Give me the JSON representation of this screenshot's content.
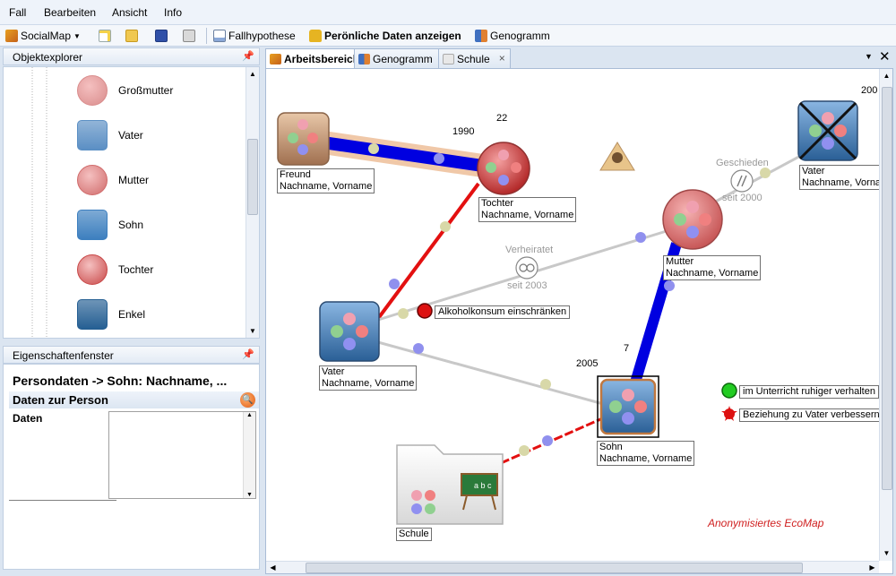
{
  "menu": [
    "Fall",
    "Bearbeiten",
    "Ansicht",
    "Info"
  ],
  "toolbar": {
    "socialmap": "SocialMap",
    "fallhypothese": "Fallhypothese",
    "persoenliche": "Perönliche Daten anzeigen",
    "genogramm": "Genogramm"
  },
  "explorer": {
    "title": "Objektexplorer",
    "items": [
      {
        "label": "Großmutter",
        "shape": "circle",
        "color": "#d98c8c"
      },
      {
        "label": "Vater",
        "shape": "square",
        "color": "#5b8fc4"
      },
      {
        "label": "Mutter",
        "shape": "circle",
        "color": "#d06b6b"
      },
      {
        "label": "Sohn",
        "shape": "square",
        "color": "#3d7fbf"
      },
      {
        "label": "Tochter",
        "shape": "circle",
        "color": "#c84848"
      },
      {
        "label": "Enkel",
        "shape": "square",
        "color": "#255f93"
      }
    ]
  },
  "properties": {
    "title": "Eigenschaftenfenster",
    "heading": "Persondaten -> Sohn: Nachname, ...",
    "section": "Daten zur Person",
    "field_label": "Daten",
    "field_value": ""
  },
  "tabs": [
    "Arbeitsbereich",
    "Genogramm",
    "Schule"
  ],
  "canvas": {
    "nodes": {
      "freund": [
        "Freund",
        "Nachname, Vorname"
      ],
      "tochter": [
        "Tochter",
        "Nachname, Vorname"
      ],
      "vater_top": [
        "Vater",
        "Nachname, Vorname"
      ],
      "mutter": [
        "Mutter",
        "Nachname, Vorname"
      ],
      "vater": [
        "Vater",
        "Nachname, Vorname"
      ],
      "sohn": [
        "Sohn",
        "Nachname, Vorname"
      ],
      "schule": "Schule"
    },
    "marks": {
      "y1990": "1990",
      "n22": "22",
      "verheiratet": "Verheiratet",
      "seit2003": "seit 2003",
      "geschieden": "Geschieden",
      "seit2000": "seit 2000",
      "y2005": "2005",
      "n7": "7",
      "y200": "200"
    },
    "status": {
      "alkohol": "Alkoholkonsum einschränken",
      "ruhiger": "im Unterricht ruhiger verhalten",
      "beziehung": "Beziehung zu Vater verbessern"
    },
    "watermark": "Anonymisiertes EcoMap",
    "colors": {
      "strong": "#0000e0",
      "conflict": "#e31010",
      "weak": "#c8c8c8",
      "positive": "#22cc22",
      "negative": "#dd1111"
    }
  }
}
